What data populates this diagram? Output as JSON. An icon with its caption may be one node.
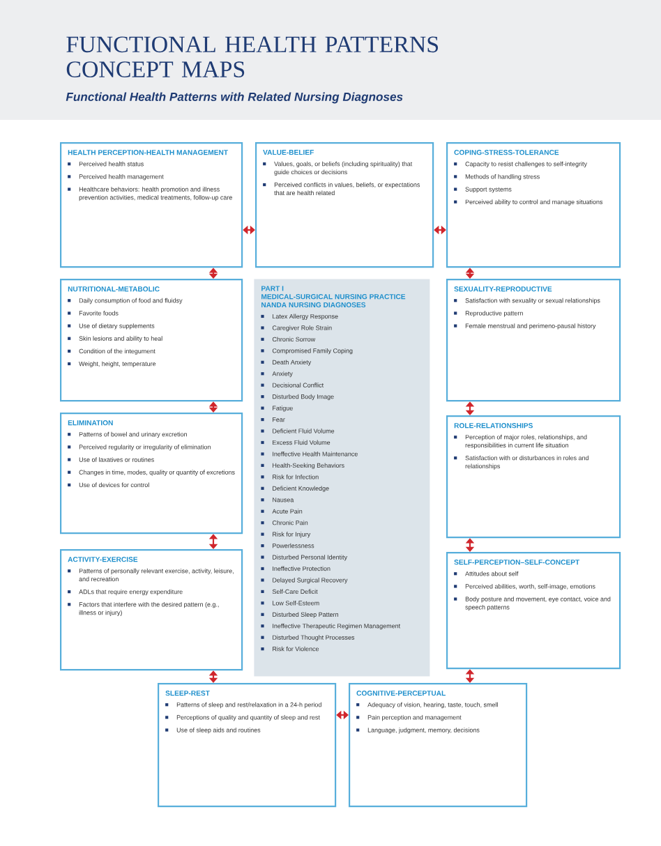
{
  "diagram": {
    "title": "FUNCTIONAL HEALTH PATTERNS CONCEPT MAPS",
    "caption": "Functional Health Patterns with Related Nursing Diagnoses",
    "nodes": [
      {
        "text": [
          "HEALTH PERCEPTION-HEALTH MANAGEMENT",
          "Perceived health status",
          "Perceived health management",
          "Healthcare behaviors: health promotion and illness prevention activities, medical treatments, follow-up care"
        ]
      },
      {
        "text": [
          "VALUE-BELIEF",
          "Values, goals, or beliefs (including spirituality) that guide choices or decisions",
          "Perceived conflicts in values, beliefs, or expectations that are health related"
        ]
      },
      {
        "text": [
          "COPING-STRESS-TOLERANCE",
          "Capacity to resist challenges to self-integrity",
          "Methods of handling stress",
          "Support systems",
          "Perceived ability to control and manage situations"
        ]
      },
      {
        "text": [
          "NUTRITIONAL-METABOLIC",
          "Daily consumption of food and fluidsy",
          "Favorite foods",
          "Use of dietary supplements",
          "Skin lesions and ability to heal",
          "Condition of the integument",
          "Weight, height, temperature"
        ]
      },
      {
        "text": [
          "PART I",
          "MEDICAL-SURGICAL NURSING PRACTICE NANDA NURSING DIAGNOSES",
          "Latex Allergy Response",
          "Caregiver Role Strain",
          "Chronic Sorrow",
          "Compromised Family Coping",
          "Death Anxiety",
          "Anxiety",
          "Decisional Conflict",
          "Disturbed Body Image",
          "Fatigue",
          "Fear",
          "Deficient Fluid Volume",
          "Excess Fluid Volume",
          "Ineffective Health Maintenance",
          "Health-Seeking Behaviors",
          "Risk for Infection",
          "Deficient Knowledge",
          "Nausea",
          "Acute Pain",
          "Chronic Pain",
          "Risk for Injury",
          "Powerlessness",
          "Disturbed Personal Identity",
          "Ineffective Protection",
          "Delayed Surgical Recovery",
          "Self-Care Deficit",
          "Low Self-Esteem",
          "Disturbed Sleep Pattern",
          "Ineffective Therapeutic Regimen Management",
          "Disturbed Thought Processes",
          "Risk for Violence"
        ]
      },
      {
        "text": [
          "SEXUALITY-REPRODUCTIVE",
          "Satisfaction with sexuality or sexual relationships",
          "Reproductive pattern",
          "Female menstrual and perimeno-pausal history"
        ]
      },
      {
        "text": [
          "ELIMINATION",
          "Patterns of bowel and urinary excretion",
          "Perceived regularity or irregularity of elimination",
          "Use of laxatives or routines",
          "Changes in time, modes, quality or quantity of excretions",
          "Use of devices for control"
        ]
      },
      {
        "text": [
          "ROLE-RELATIONSHIPS",
          "Perception of major roles, relationships, and responsibilities in current life situation",
          "Satisfaction with or disturbances in roles and relationships"
        ]
      },
      {
        "text": [
          "ACTIVITY-EXERCISE",
          "Patterns of personally relevant exercise, activity, leisure, and recreation",
          "ADLs that require energy expenditure",
          "Factors that interfere with the desired pattern (e.g., illness or injury)"
        ]
      },
      {
        "text": [
          "SELF-PERCEPTION–SELF-CONCEPT",
          "Attitudes about self",
          "Perceived abilities, worth, self-image, emotions",
          "Body posture and movement, eye contact, voice and speech patterns"
        ]
      },
      {
        "text": [
          "SLEEP-REST",
          "Patterns of sleep and rest/relaxation in a 24-h period",
          "Perceptions of quality and quantity of sleep and rest",
          "Use of sleep aids and routines"
        ]
      },
      {
        "text": [
          "COGNITIVE-PERCEPTUAL",
          "Adequacy of vision, hearing, taste, touch, smell",
          "Pain perception and management",
          "Language, judgment, memory, decisions"
        ]
      }
    ],
    "edges": [
      {
        "from": 0,
        "to": 1,
        "arrow": "both"
      },
      {
        "from": 1,
        "to": 2,
        "arrow": "both"
      },
      {
        "from": 0,
        "to": 3,
        "arrow": "both"
      },
      {
        "from": 2,
        "to": 5,
        "arrow": "both"
      },
      {
        "from": 3,
        "to": 6,
        "arrow": "both"
      },
      {
        "from": 5,
        "to": 7,
        "arrow": "both"
      },
      {
        "from": 6,
        "to": 8,
        "arrow": "both"
      },
      {
        "from": 7,
        "to": 9,
        "arrow": "both"
      },
      {
        "from": 8,
        "to": 10,
        "arrow": "both"
      },
      {
        "from": 9,
        "to": 11,
        "arrow": "both"
      },
      {
        "from": 10,
        "to": 11,
        "arrow": "both"
      }
    ]
  }
}
